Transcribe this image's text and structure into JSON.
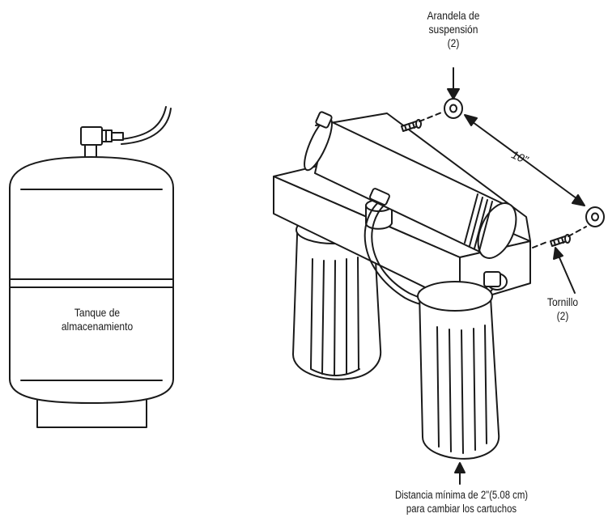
{
  "diagram": {
    "tank": {
      "label_line1": "Tanque de",
      "label_line2": "almacenamiento"
    },
    "washer": {
      "label_line1": "Arandela de",
      "label_line2": "suspensión",
      "label_line3": "(2)"
    },
    "screw": {
      "label_line1": "Tornillo",
      "label_line2": "(2)"
    },
    "spacing": {
      "label": "10\""
    },
    "clearance": {
      "label_line1": "Distancia mínima de 2\"(5.08 cm)",
      "label_line2": "para cambiar los cartuchos"
    },
    "line_color": "#1a1a1a",
    "fill_color": "#ffffff"
  }
}
